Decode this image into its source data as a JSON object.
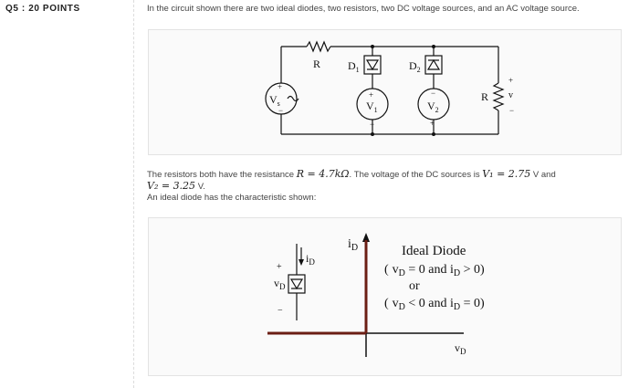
{
  "question": {
    "label": "Q5 : 20 POINTS"
  },
  "intro": "In the circuit shown there are two ideal diodes, two resistors, two DC voltage sources, and an AC voltage source.",
  "circuit": {
    "resistor_top_label": "R",
    "diode1_label": "D",
    "diode1_sub": "1",
    "diode2_label": "D",
    "diode2_sub": "2",
    "vs_label": "V",
    "vs_sub": "s",
    "v1_label": "V",
    "v1_sub": "1",
    "v2_label": "V",
    "v2_sub": "2",
    "resistor_right_label": "R",
    "vout_label": "v",
    "plus": "+",
    "minus": "−"
  },
  "paragraph": {
    "p1_pre": "The resistors both have the resistance ",
    "p1_R": "R = 4.7kΩ",
    "p1_mid": ". The voltage of the DC sources is ",
    "p1_V1": "V₁ = 2.75",
    "p1_v_unit": " V and",
    "p2_V2": "V₂ = 3.25",
    "p2_unit": " V.",
    "p3": "An ideal diode has the characteristic shown:"
  },
  "diode_figure": {
    "iD_small": "i",
    "iD_small_sub": "D",
    "vD_small": "v",
    "vD_small_sub": "D",
    "plus": "+",
    "minus": "−",
    "iD_axis": "i",
    "iD_axis_sub": "D",
    "vD_axis": "v",
    "vD_axis_sub": "D",
    "title": "Ideal Diode",
    "line1": "( v  = 0 and i  > 0)",
    "line1_a": "(",
    "line1_v": "v",
    "line1_vsub": "D",
    "line1_b": " = 0 and i",
    "line1_isub": "D",
    "line1_c": " > 0)",
    "or": "or",
    "line2_a": "(",
    "line2_v": "v",
    "line2_vsub": "D",
    "line2_b": " < 0 and i",
    "line2_isub": "D",
    "line2_c": " = 0)"
  }
}
